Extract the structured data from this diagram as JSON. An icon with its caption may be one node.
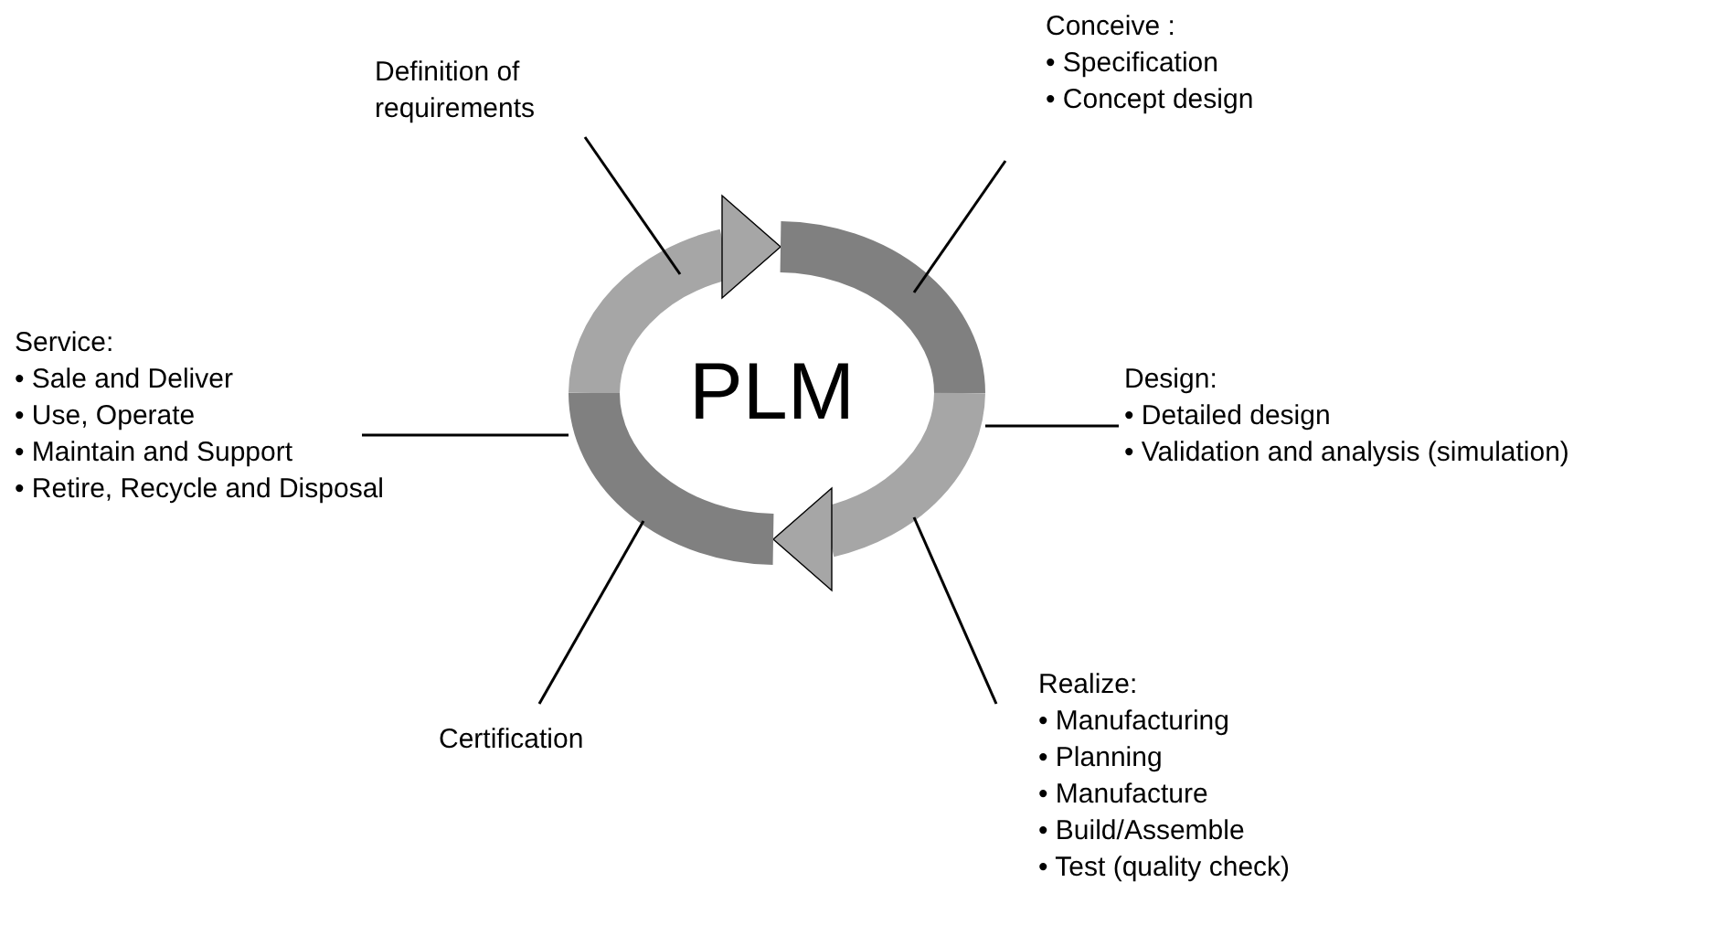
{
  "diagram": {
    "nodes": [
      {
        "text": [
          "Definition of requirements"
        ]
      },
      {
        "text": [
          "Conceive :",
          "• Specification",
          "• Concept design"
        ]
      },
      {
        "text": [
          "Design:",
          "• Detailed design",
          "• Validation and analysis (simulation)"
        ]
      },
      {
        "text": [
          "Realize:",
          "• Manufacturing",
          "• Planning",
          "• Manufacture",
          "• Build/Assemble",
          "• Test (quality check)"
        ]
      },
      {
        "text": [
          "Certification"
        ]
      },
      {
        "text": [
          "Service:",
          "• Sale and Deliver",
          "• Use, Operate",
          "• Maintain and Support",
          "• Retire, Recycle and Disposal"
        ]
      }
    ],
    "edges": [
      {
        "from": 0,
        "to": null,
        "arrow": "none"
      },
      {
        "from": 1,
        "to": null,
        "arrow": "none"
      },
      {
        "from": 2,
        "to": null,
        "arrow": "none"
      },
      {
        "from": 3,
        "to": null,
        "arrow": "none"
      },
      {
        "from": 4,
        "to": null,
        "arrow": "none"
      },
      {
        "from": 5,
        "to": null,
        "arrow": "none"
      }
    ],
    "labels": [
      "PLM"
    ]
  }
}
